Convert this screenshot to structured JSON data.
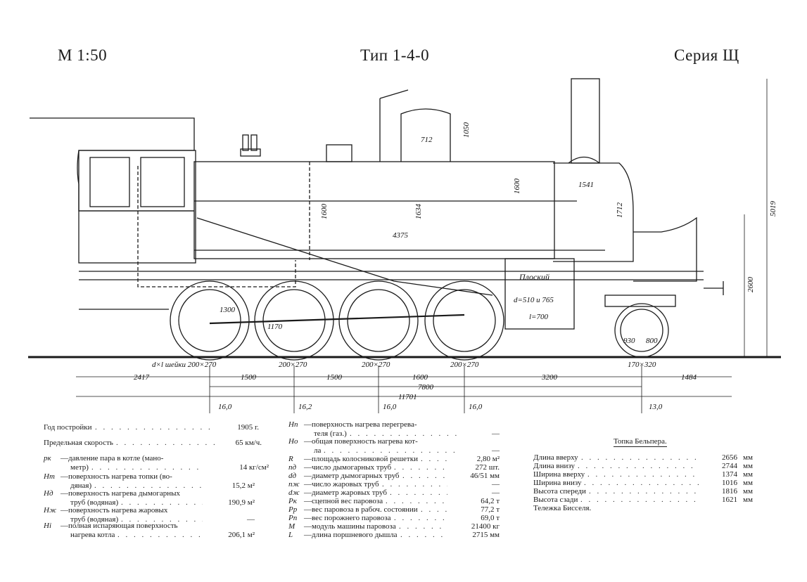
{
  "header": {
    "scale": "М 1:50",
    "type": "Тип 1-4-0",
    "series": "Серия Щ"
  },
  "drawing": {
    "box_label": "Плоский",
    "box_d": "d=510 и 765",
    "box_l": "l=700",
    "journal_label": "d×l шейки 200×270",
    "journals": [
      "200×270",
      "200×270",
      "200×270",
      "170×320"
    ],
    "dims_vertical": [
      "1050",
      "1600",
      "1634",
      "1600",
      "1712",
      "5019",
      "2600"
    ],
    "dims_horizontal": [
      "712",
      "1541",
      "4375",
      "1300",
      "1170",
      "930",
      "800"
    ],
    "wheelbase": [
      "2417",
      "1500",
      "1500",
      "1600",
      "3200",
      "1484"
    ],
    "total_7800": "7800",
    "total_11701": "11701",
    "axle_loads": [
      "16,0",
      "16,2",
      "16,0",
      "16,0",
      "13,0"
    ]
  },
  "specs_left": [
    {
      "sym": "",
      "text": "Год постройки",
      "value": "1905 г.",
      "unit": ""
    },
    {
      "sym": "",
      "text": "Предельная скорость",
      "value": "65 км/ч.",
      "unit": ""
    },
    {
      "sym": "pк",
      "text": "—давление пара в котле (мано-",
      "text2": "метр)",
      "value": "14 кг/см²",
      "unit": ""
    },
    {
      "sym": "Hт",
      "text": "—поверхность нагрева топки (во-",
      "text2": "дяная)",
      "value": "15,2 м²",
      "unit": ""
    },
    {
      "sym": "Hд",
      "text": "—поверхность нагрева дымогарных",
      "text2": "труб (водяная)",
      "value": "190,9 м²",
      "unit": ""
    },
    {
      "sym": "Hж",
      "text": "—поверхность нагрева жаровых",
      "text2": "труб (водяная)",
      "value": "—",
      "unit": ""
    },
    {
      "sym": "Hi",
      "text": "—полная испаряющая поверхность",
      "text2": "нагрева котла",
      "value": "206,1 м²",
      "unit": ""
    }
  ],
  "specs_mid": [
    {
      "sym": "Hп",
      "text": "—поверхность нагрева перегрева-",
      "text2": "теля (газ.)",
      "value": "—"
    },
    {
      "sym": "Hо",
      "text": "—общая поверхность нагрева кот-",
      "text2": "ла",
      "value": "—"
    },
    {
      "sym": "R",
      "text": "—площадь колосниковой решетки",
      "value": "2,80 м²"
    },
    {
      "sym": "nд",
      "text": "—число дымогарных труб",
      "value": "272 шт."
    },
    {
      "sym": "dд",
      "text": "—диаметр дымогарных труб",
      "value": "46/51 мм"
    },
    {
      "sym": "nж",
      "text": "—число жаровых труб",
      "value": "—"
    },
    {
      "sym": "dж",
      "text": "—диаметр жаровых труб",
      "value": "—"
    },
    {
      "sym": "Pк",
      "text": "—сцепной вес паровоза",
      "value": "64,2 т"
    },
    {
      "sym": "Pр",
      "text": "—вес паровоза в рабоч. состоянии",
      "value": "77,2 т"
    },
    {
      "sym": "Pп",
      "text": "—вес порожнего паровоза",
      "value": "69,0 т"
    },
    {
      "sym": "M",
      "text": "—модуль машины паровоза",
      "value": "21400 кг"
    },
    {
      "sym": "L",
      "text": "—длина поршневого дышла",
      "value": "2715 мм"
    }
  ],
  "specs_right_title": "Топка Бельпера.",
  "specs_right": [
    {
      "text": "Длина вверху",
      "value": "2656",
      "unit": "мм"
    },
    {
      "text": "Длина внизу",
      "value": "2744",
      "unit": "мм"
    },
    {
      "text": "Ширина вверху",
      "value": "1374",
      "unit": "мм"
    },
    {
      "text": "Ширина внизу",
      "value": "1016",
      "unit": "мм"
    },
    {
      "text": "Высота спереди",
      "value": "1816",
      "unit": "мм"
    },
    {
      "text": "Высота сзади",
      "value": "1621",
      "unit": "мм"
    },
    {
      "text": "Тележка Бисселя.",
      "value": "",
      "unit": ""
    }
  ]
}
